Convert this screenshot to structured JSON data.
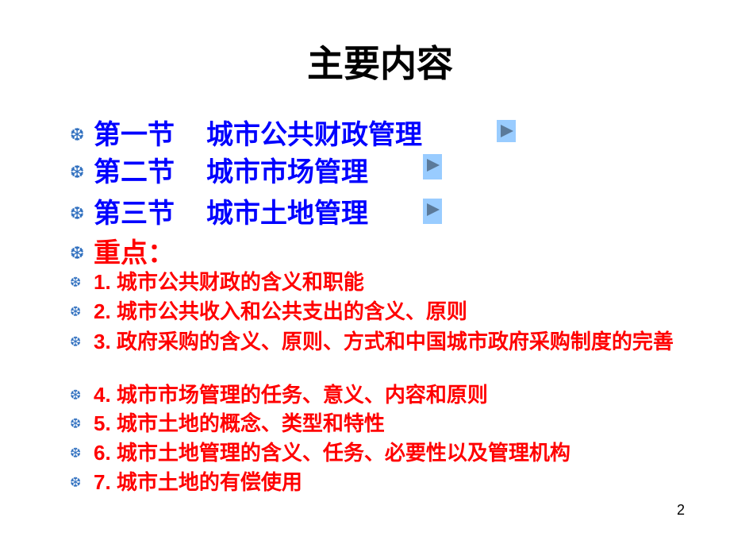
{
  "slide": {
    "title": "主要内容",
    "page_number": "2",
    "sections": [
      {
        "label": "第一节",
        "name": "城市公共财政管理",
        "link_icon": "play-arrow-icon"
      },
      {
        "label": "第二节",
        "name": "城市市场管理",
        "link_icon": "play-arrow-icon"
      },
      {
        "label": "第三节",
        "name": "城市土地管理",
        "link_icon": "play-arrow-icon"
      }
    ],
    "key_points_heading": "重点：",
    "key_points": [
      "1. 城市公共财政的含义和职能",
      "2. 城市公共收入和公共支出的含义、原则",
      "3. 政府采购的含义、原则、方式和中国城市政府采购制度的完善",
      "4. 城市市场管理的任务、意义、内容和原则",
      "5. 城市土地的概念、类型和特性",
      "6. 城市土地管理的含义、任务、必要性以及管理机构",
      "7. 城市土地的有偿使用"
    ],
    "bullet_icon": "❆",
    "colors": {
      "section_text": "#0000FF",
      "key_text": "#FF0000",
      "bullet": "#2F6FBF",
      "arrow_bg": "#99CCFF",
      "arrow_fg": "#5B7A9A"
    }
  }
}
